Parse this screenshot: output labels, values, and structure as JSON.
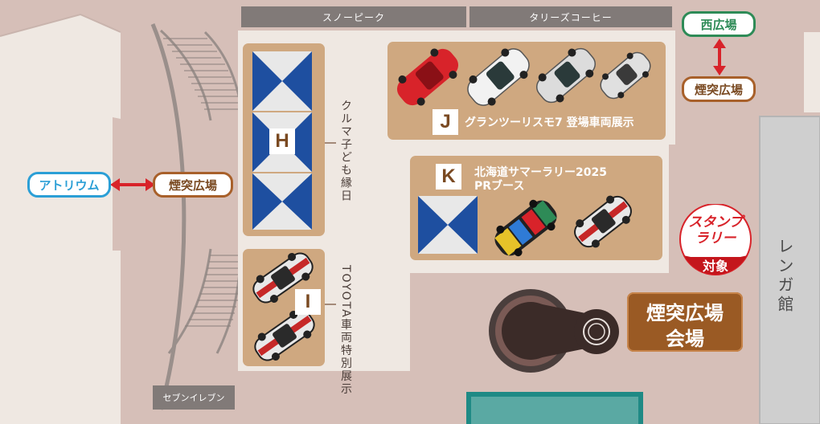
{
  "stores": {
    "snow_peak": "スノーピーク",
    "tullys": "タリーズコーヒー",
    "seven_eleven": "セブンイレブン"
  },
  "nav": {
    "west_plaza": "西広場",
    "chimney_plaza_right": "煙突広場",
    "atrium": "アトリウム",
    "chimney_plaza_left": "煙突広場"
  },
  "zones": {
    "H": {
      "letter": "H",
      "label": "クルマ子ども縁日"
    },
    "I": {
      "letter": "I",
      "label": "TOYOTA車両特別展示"
    },
    "J": {
      "letter": "J",
      "label": "グランツーリスモ7 登場車両展示"
    },
    "K": {
      "letter": "K",
      "label_line1": "北海道サマーラリー2025",
      "label_line2": "PRブース"
    }
  },
  "building": {
    "renga": "レンガ館"
  },
  "stamp": {
    "line1": "スタンプ",
    "line2": "ラリー",
    "target": "対象"
  },
  "venue": {
    "line1": "煙突広場",
    "line2": "会場"
  },
  "colors": {
    "ground": "#d6bfb8",
    "floor": "#efe8e2",
    "zone": "#cfa880",
    "accent_brown": "#a8602a",
    "atrium_blue": "#2b9fd6",
    "west_green": "#2e8b57",
    "arrow_red": "#d8232a",
    "store_gray": "#817a78",
    "tent_blue": "#1e4fa0"
  }
}
